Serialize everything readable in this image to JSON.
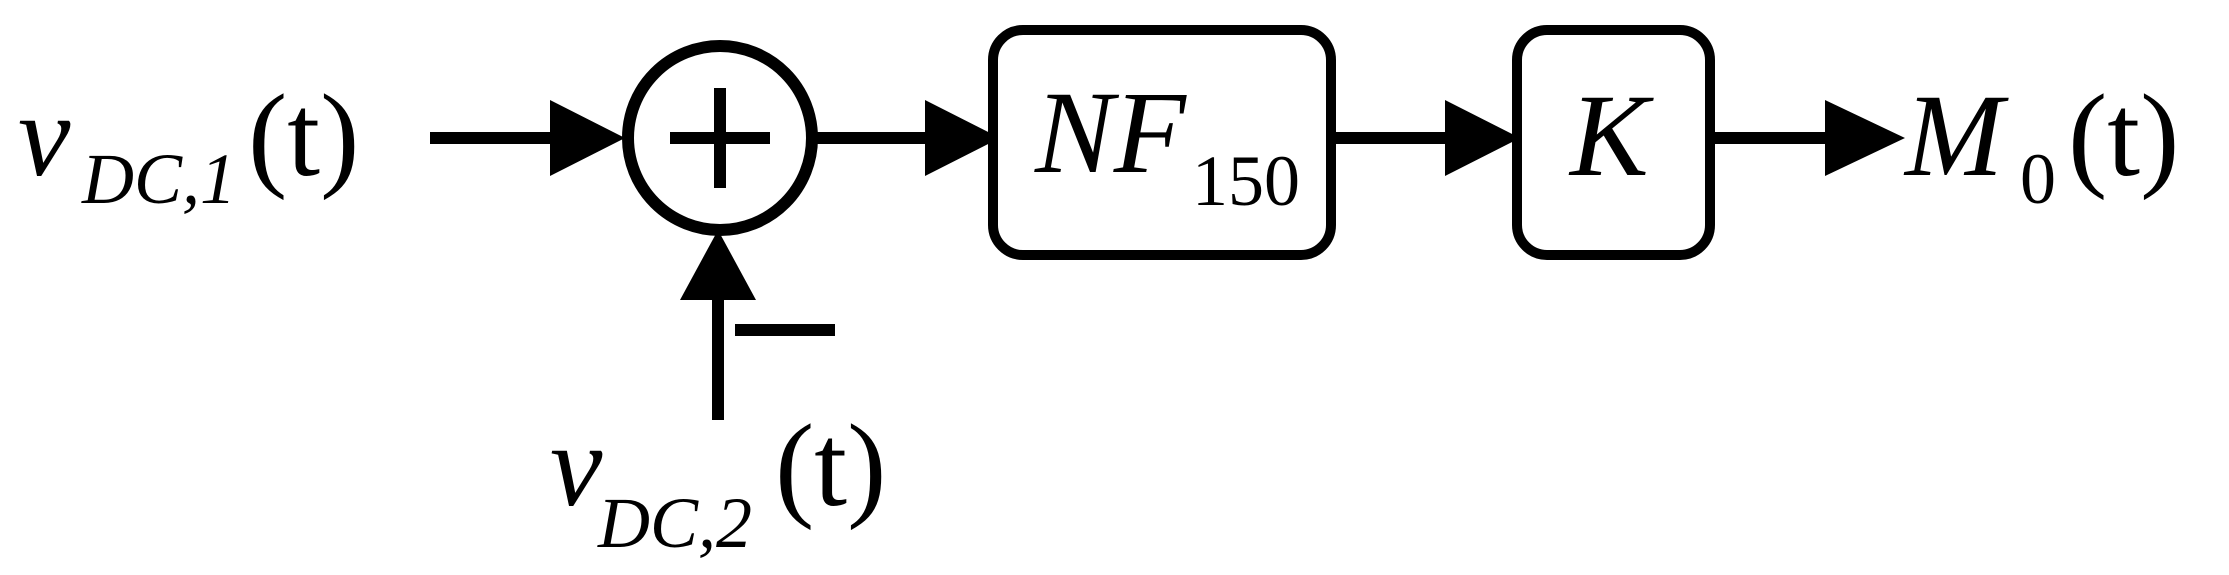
{
  "input1": {
    "var": "v",
    "sub": "DC,1",
    "arg": "(t)"
  },
  "input2": {
    "var": "v",
    "sub": "DC,2",
    "arg": "(t)"
  },
  "summing_junction": {
    "symbol": "+",
    "minus_sign": "−"
  },
  "filter_block": {
    "name": "NF",
    "sub": "150"
  },
  "gain_block": {
    "name": "K"
  },
  "output": {
    "var": "M",
    "sub": "0",
    "arg": "(t)"
  }
}
